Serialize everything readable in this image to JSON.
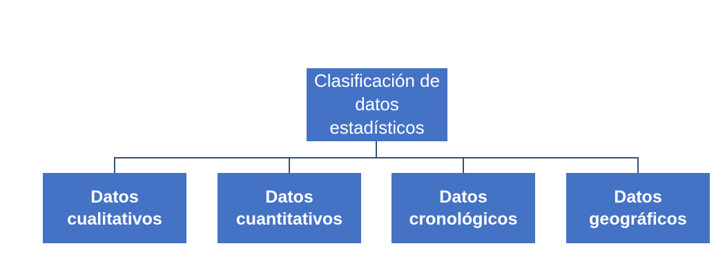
{
  "diagram": {
    "type": "org-chart",
    "root": {
      "label": "Clasificación de datos estadísticos"
    },
    "children": [
      {
        "label": "Datos cualitativos"
      },
      {
        "label": "Datos cuantitativos"
      },
      {
        "label": "Datos cronológicos"
      },
      {
        "label": "Datos geográficos"
      }
    ],
    "colors": {
      "canvas_bg": "#ffffff",
      "node_fill": "#4472C4",
      "node_text": "#ffffff",
      "connector": "#36506E"
    }
  }
}
